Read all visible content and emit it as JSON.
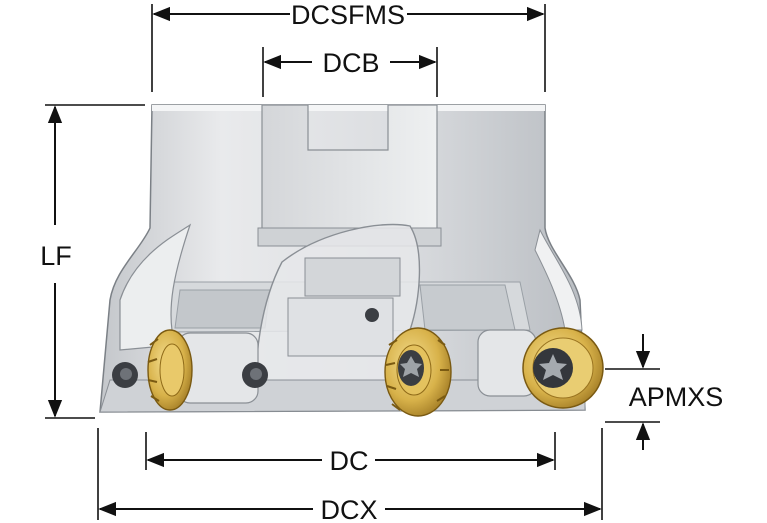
{
  "diagram": {
    "labels": {
      "dcsfms": "DCSFMS",
      "dcb": "DCB",
      "lf": "LF",
      "apmxs": "APMXS",
      "dc": "DC",
      "dcx": "DCX"
    },
    "colors": {
      "body_light": "#e2e4e6",
      "body_mid": "#c9ccd0",
      "body_dark": "#9ea3a8",
      "outline": "#6f747a",
      "insert_gold": "#d8b24a",
      "insert_dark": "#8f6a18",
      "screw": "#3a3d42",
      "ink": "#111111"
    },
    "icons": [
      "face-mill-body",
      "round-insert",
      "insert-screw",
      "dimension-arrow"
    ]
  }
}
